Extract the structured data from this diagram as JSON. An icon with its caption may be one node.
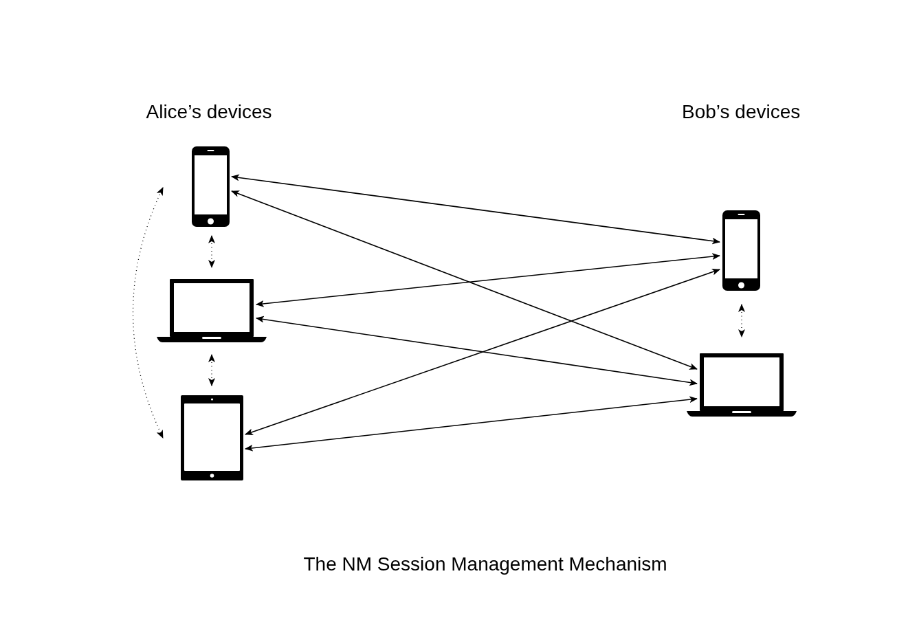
{
  "diagram": {
    "caption": "The NM Session Management Mechanism",
    "nodes": [
      {
        "text": [],
        "shape": "picture"
      },
      {
        "text": [],
        "shape": "picture"
      },
      {
        "text": [],
        "shape": "picture"
      },
      {
        "text": [],
        "shape": "picture"
      },
      {
        "text": [],
        "shape": "picture"
      }
    ],
    "edges": [
      {
        "from": 0,
        "to": 3,
        "arrow": "both"
      },
      {
        "from": 0,
        "to": 4,
        "arrow": "both"
      },
      {
        "from": 1,
        "to": 3,
        "arrow": "both"
      },
      {
        "from": 1,
        "to": 4,
        "arrow": "both"
      },
      {
        "from": 2,
        "to": 3,
        "arrow": "both"
      },
      {
        "from": 2,
        "to": 4,
        "arrow": "both"
      },
      {
        "from": 0,
        "to": 1,
        "arrow": "both",
        "style": "dashed"
      },
      {
        "from": 1,
        "to": 2,
        "arrow": "both",
        "style": "dashed"
      },
      {
        "from": 0,
        "to": 2,
        "arrow": "both",
        "style": "dashed"
      },
      {
        "from": 3,
        "to": 4,
        "arrow": "both",
        "style": "dashed"
      }
    ],
    "labels": [
      "Alice’s devices",
      "Bob’s devices"
    ]
  }
}
